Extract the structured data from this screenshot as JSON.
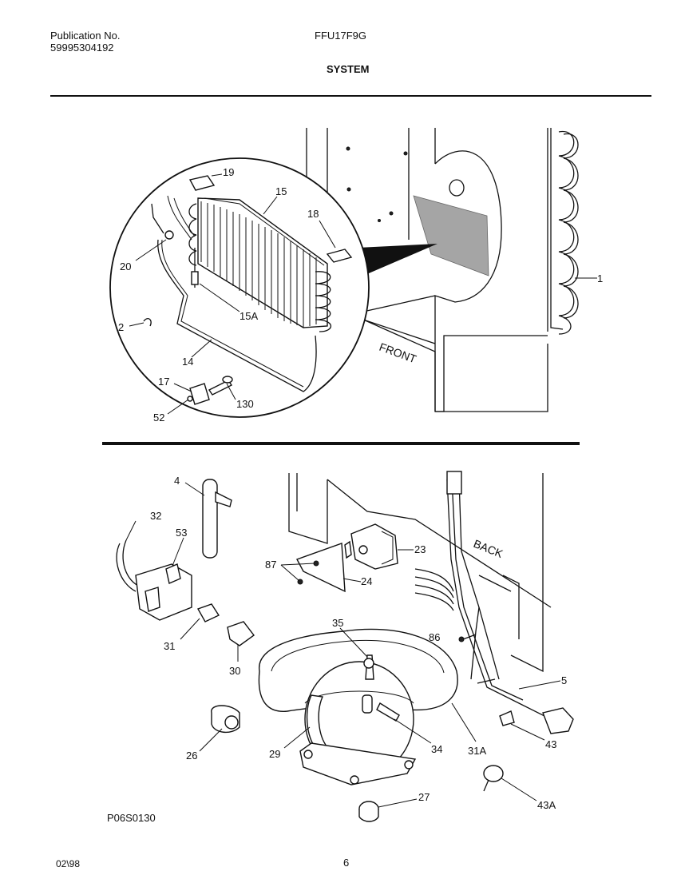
{
  "header": {
    "publication_label": "Publication No.",
    "publication_number": "59995304192",
    "model": "FFU17F9G",
    "section": "SYSTEM"
  },
  "top_view": {
    "front_label": "FRONT",
    "callouts": [
      "19",
      "15",
      "18",
      "20",
      "15A",
      "2",
      "14",
      "17",
      "130",
      "52",
      "1"
    ]
  },
  "bottom_view": {
    "back_label": "BACK",
    "callouts": [
      "4",
      "32",
      "53",
      "87",
      "24",
      "23",
      "31",
      "30",
      "35",
      "86",
      "5",
      "26",
      "29",
      "34",
      "31A",
      "43",
      "27",
      "43A"
    ]
  },
  "footer": {
    "drawing_code": "P06S0130",
    "date": "02\\98",
    "page": "6"
  }
}
